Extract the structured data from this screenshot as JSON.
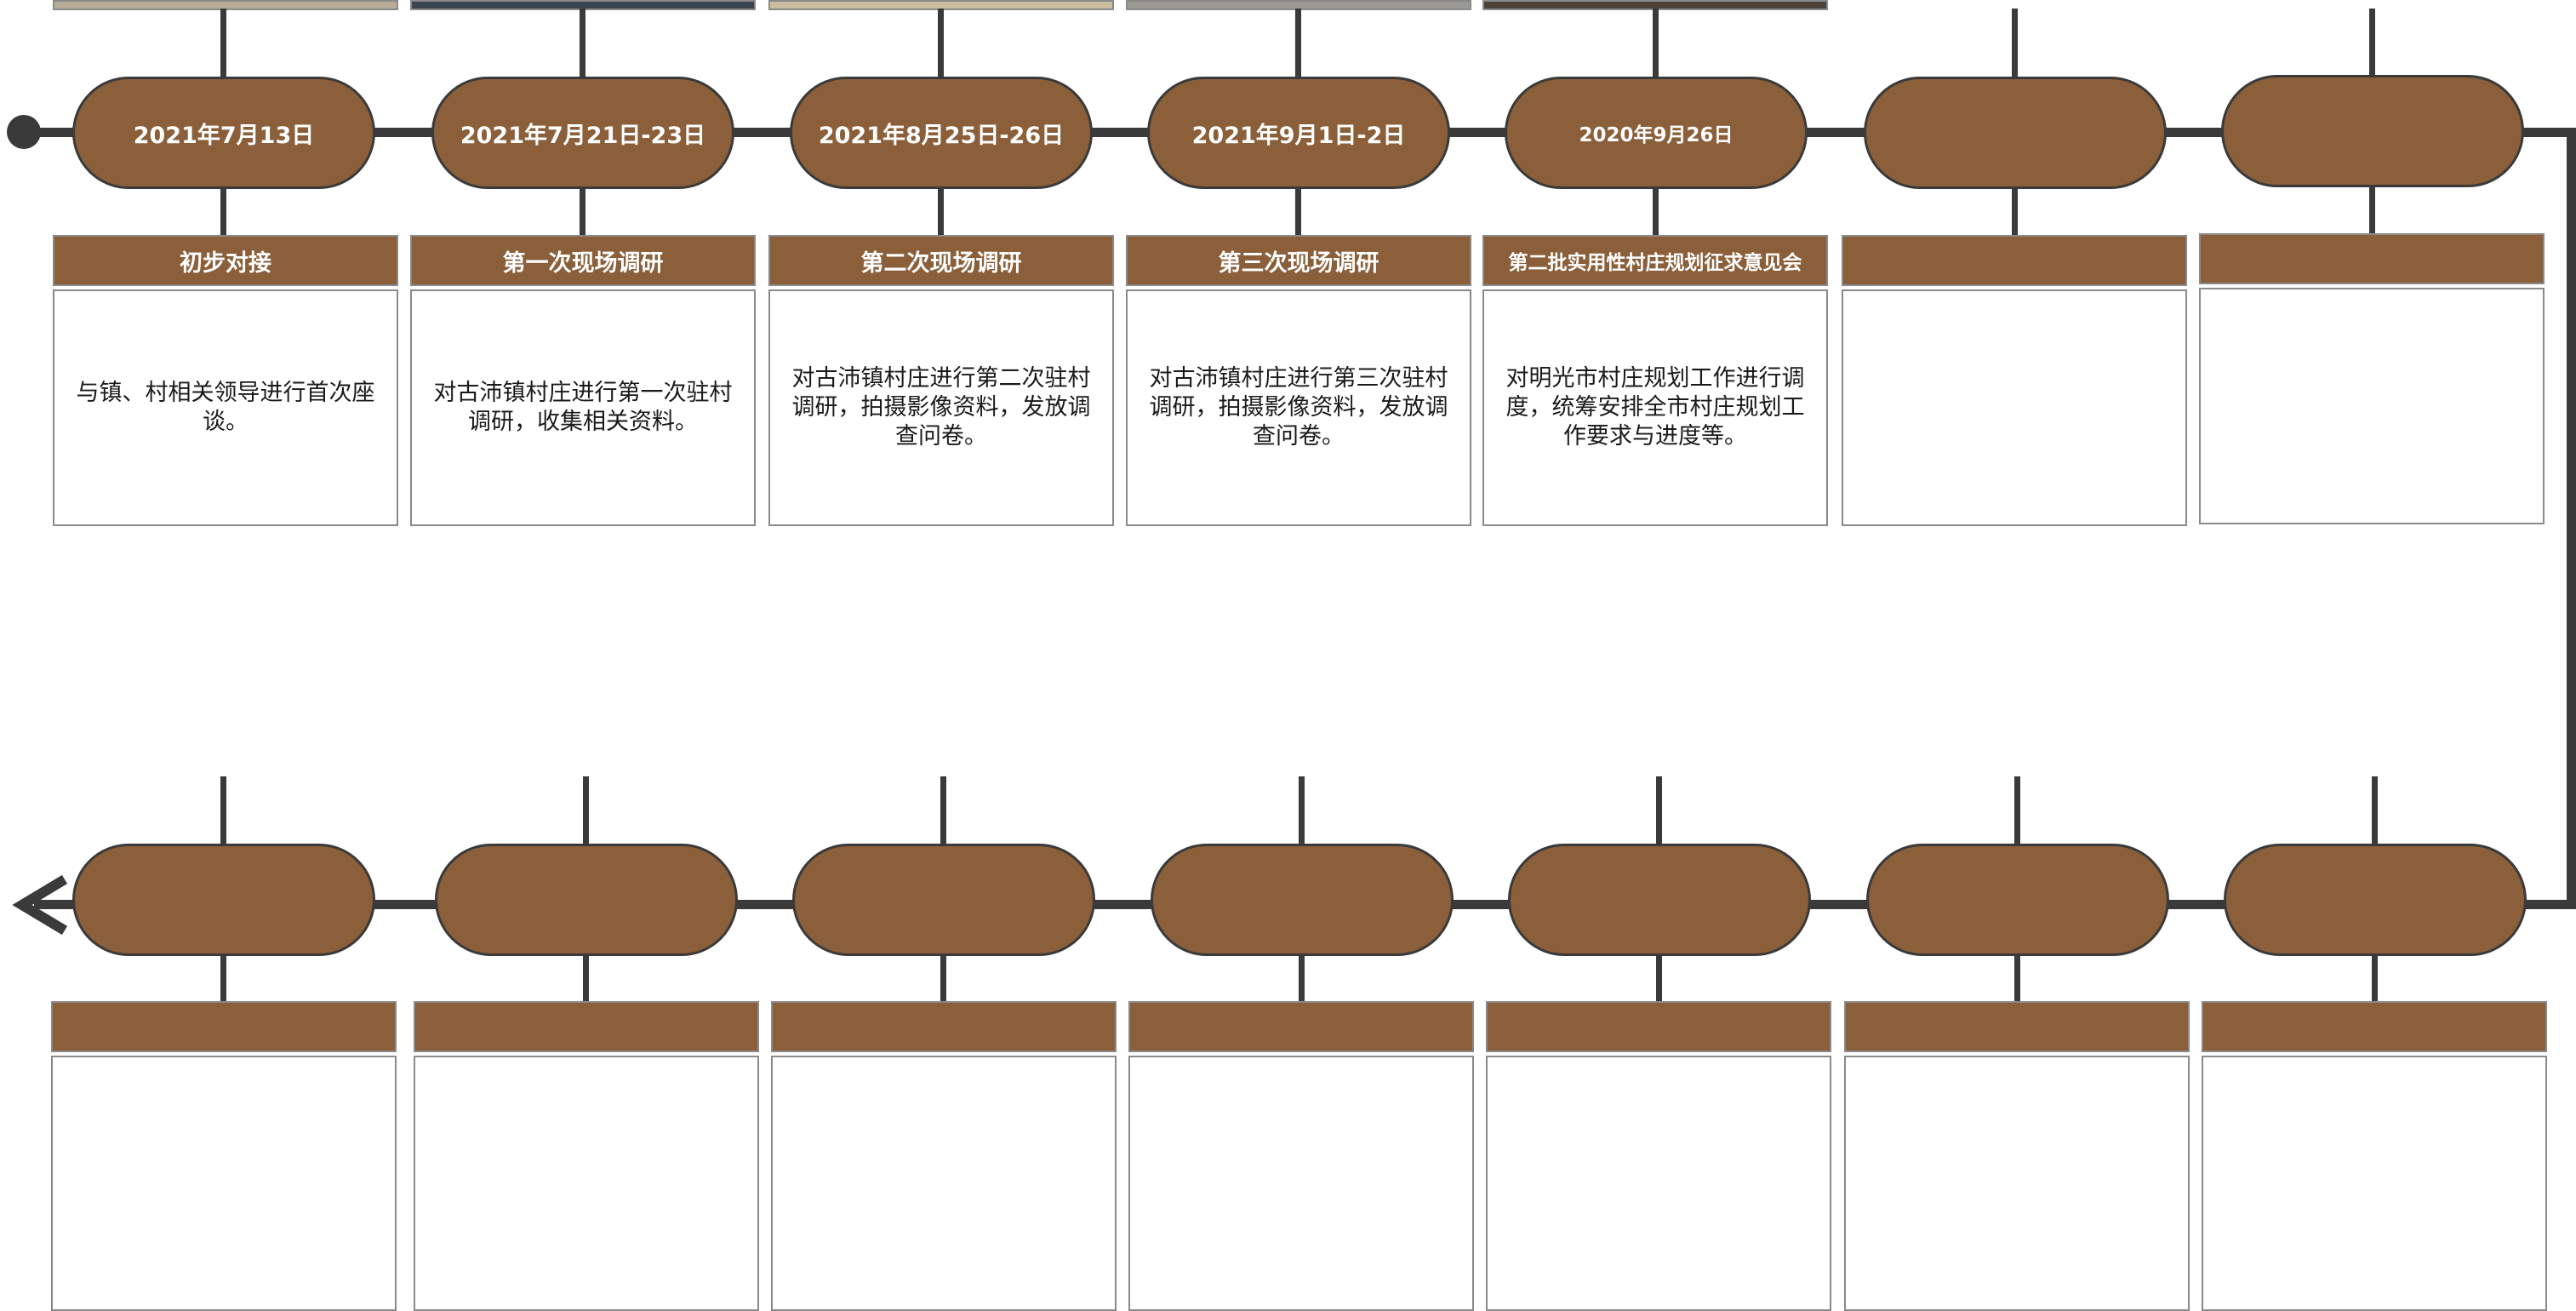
{
  "colors": {
    "accent": "#8a5f3a",
    "line": "#3a3a3a",
    "border": "#8a8a8a"
  },
  "timeline": {
    "top_row": [
      {
        "date": "2021年7月13日",
        "title": "初步对接",
        "desc": "与镇、村相关领导进行首次座谈。"
      },
      {
        "date": "2021年7月21日-23日",
        "title": "第一次现场调研",
        "desc": "对古沛镇村庄进行第一次驻村调研，收集相关资料。"
      },
      {
        "date": "2021年8月25日-26日",
        "title": "第二次现场调研",
        "desc": "对古沛镇村庄进行第二次驻村调研，拍摄影像资料，发放调查问卷。"
      },
      {
        "date": "2021年9月1日-2日",
        "title": "第三次现场调研",
        "desc": "对古沛镇村庄进行第三次驻村调研，拍摄影像资料，发放调查问卷。"
      },
      {
        "date": "2020年9月26日",
        "title": "第二批实用性村庄规划征求意见会",
        "desc": "对明光市村庄规划工作进行调度，统筹安排全市村庄规划工作要求与进度等。"
      },
      {
        "date": "",
        "title": "",
        "desc": ""
      },
      {
        "date": "",
        "title": "",
        "desc": ""
      }
    ],
    "bottom_row": [
      {
        "date": "",
        "title": "",
        "desc": ""
      },
      {
        "date": "",
        "title": "",
        "desc": ""
      },
      {
        "date": "",
        "title": "",
        "desc": ""
      },
      {
        "date": "",
        "title": "",
        "desc": ""
      },
      {
        "date": "",
        "title": "",
        "desc": ""
      },
      {
        "date": "",
        "title": "",
        "desc": ""
      },
      {
        "date": "",
        "title": "",
        "desc": ""
      }
    ]
  }
}
